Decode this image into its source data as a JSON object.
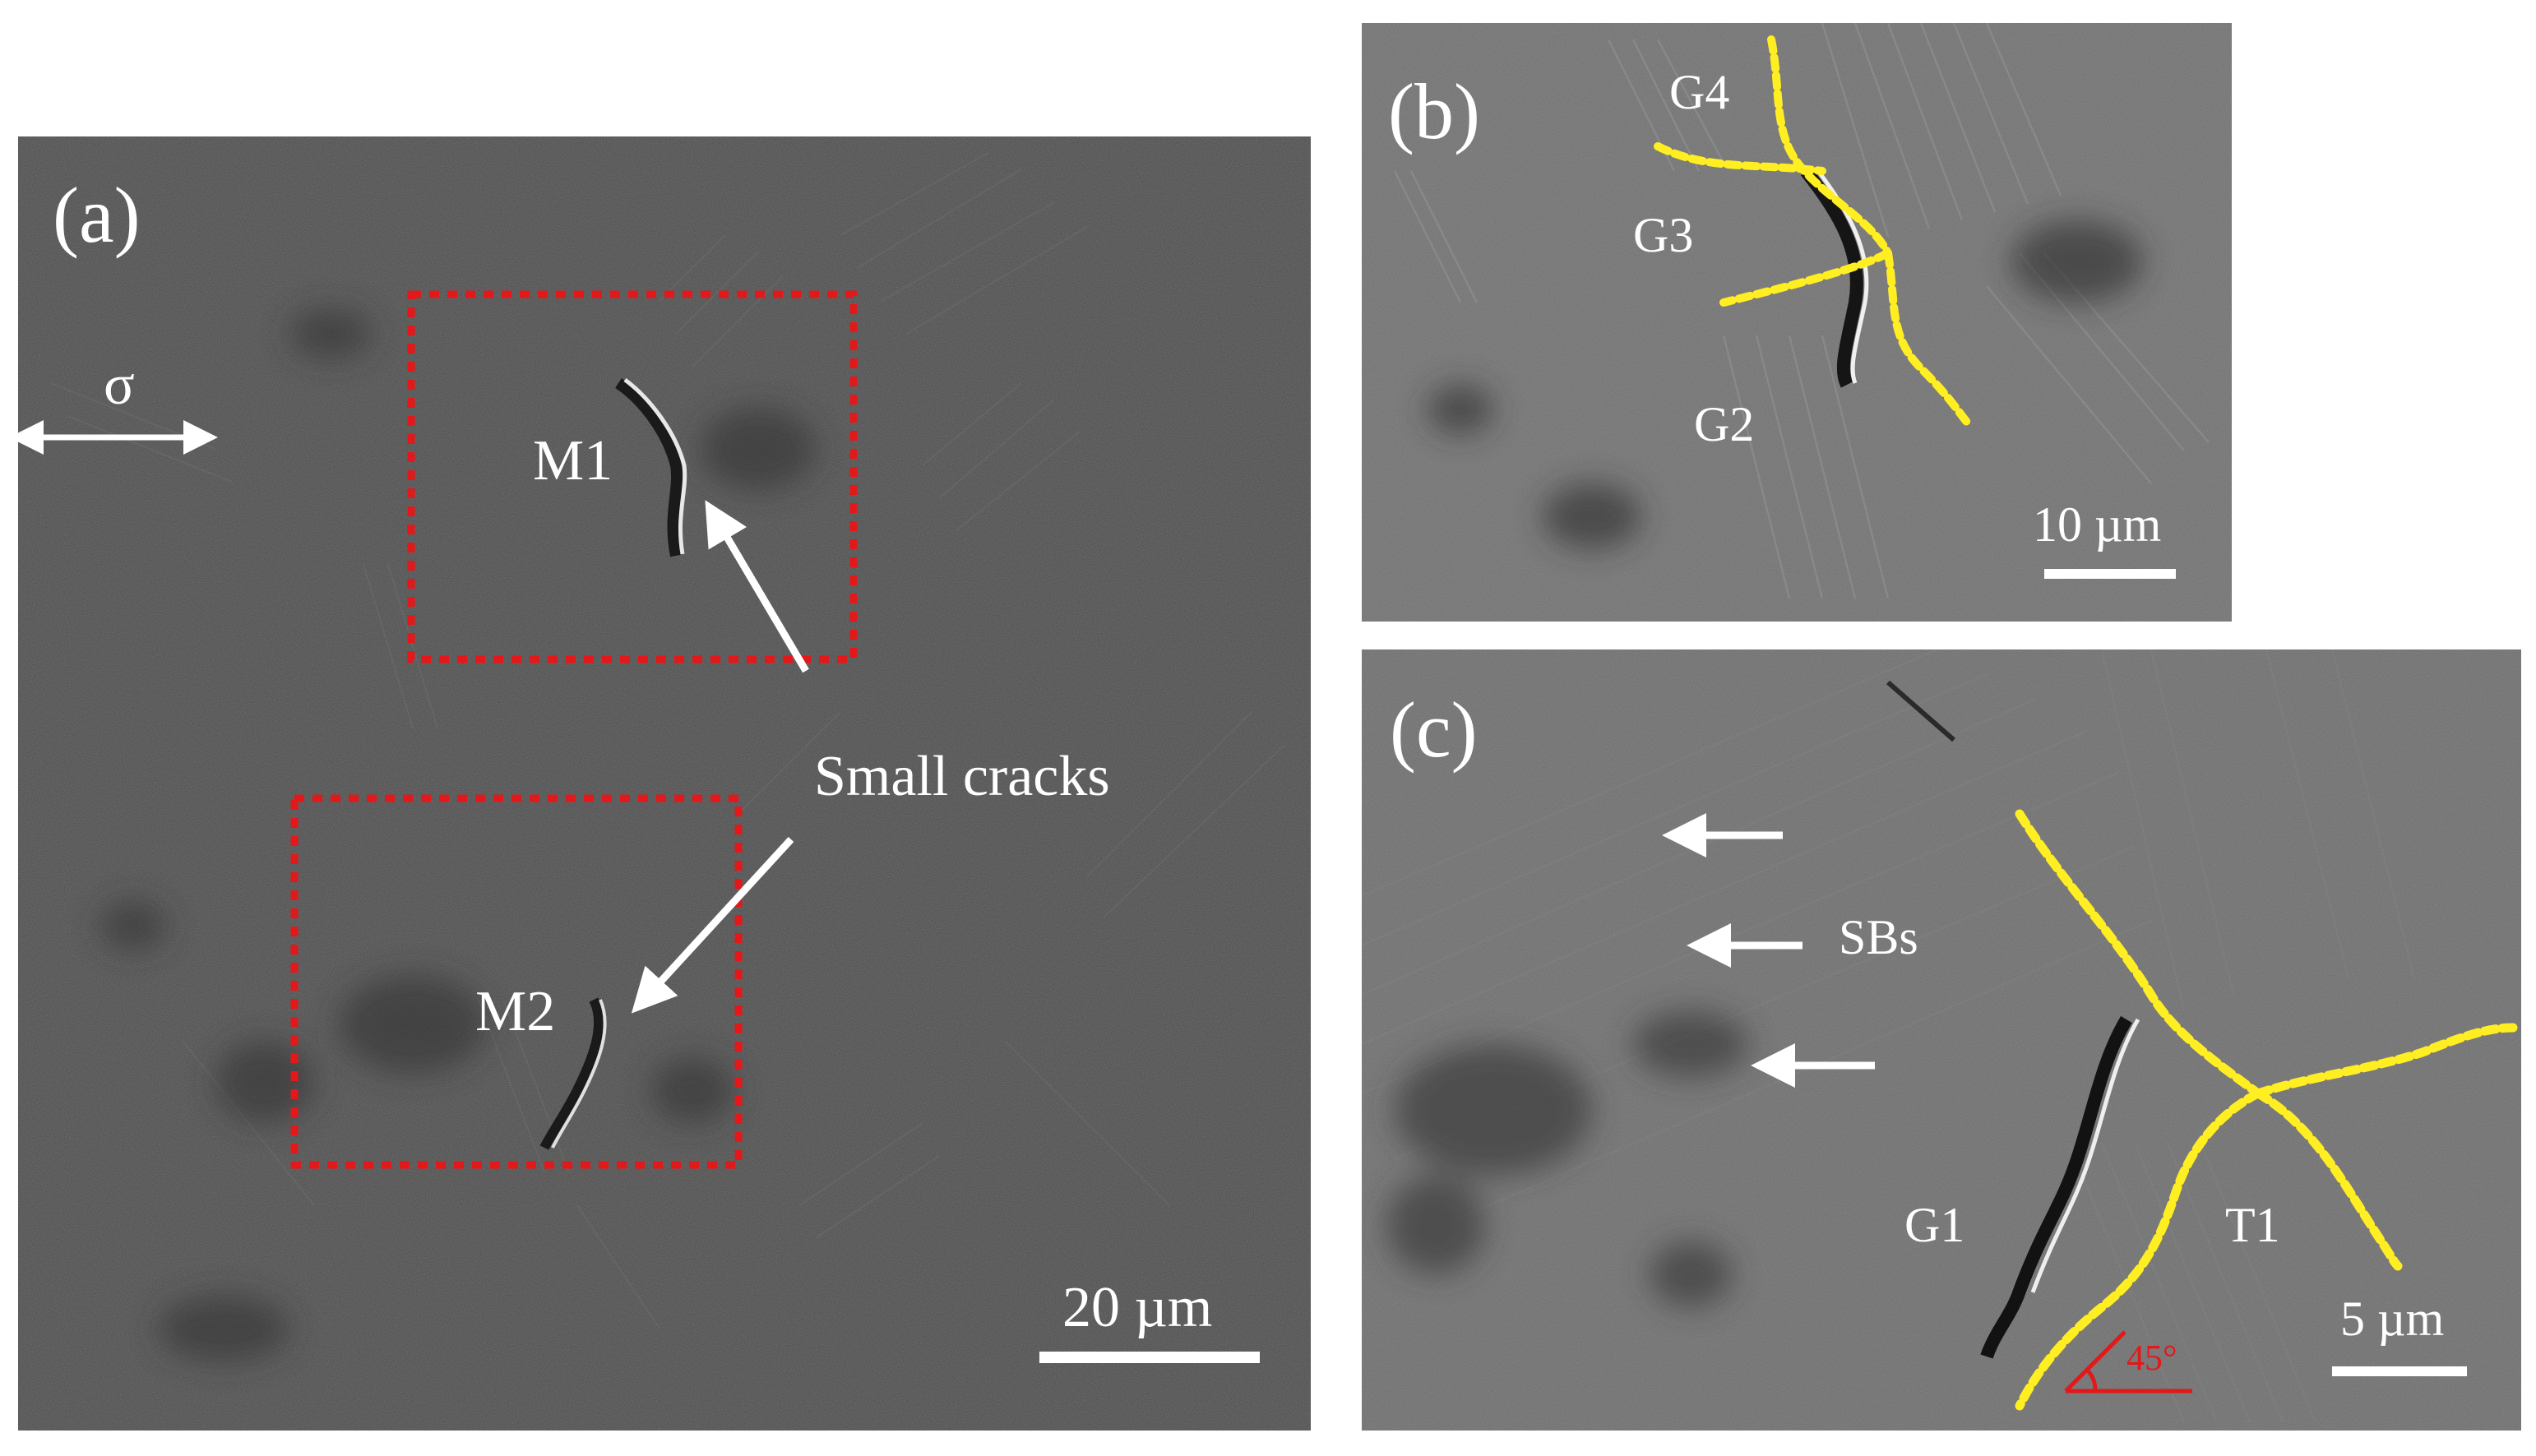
{
  "figure": {
    "panel_a": {
      "label": "(a)",
      "stress_symbol": "σ",
      "crack_label_1": "M1",
      "crack_label_2": "M2",
      "annotation": "Small cracks",
      "scale_bar": "20 µm",
      "box_color": "#e3181a"
    },
    "panel_b": {
      "label": "(b)",
      "grains": [
        "G4",
        "G3",
        "G2"
      ],
      "scale_bar": "10 µm",
      "boundary_color": "#ffee22"
    },
    "panel_c": {
      "label": "(c)",
      "bands_label": "SBs",
      "grain_1": "G1",
      "twin_1": "T1",
      "angle": "45°",
      "scale_bar": "5 µm",
      "boundary_color": "#ffee22"
    }
  }
}
